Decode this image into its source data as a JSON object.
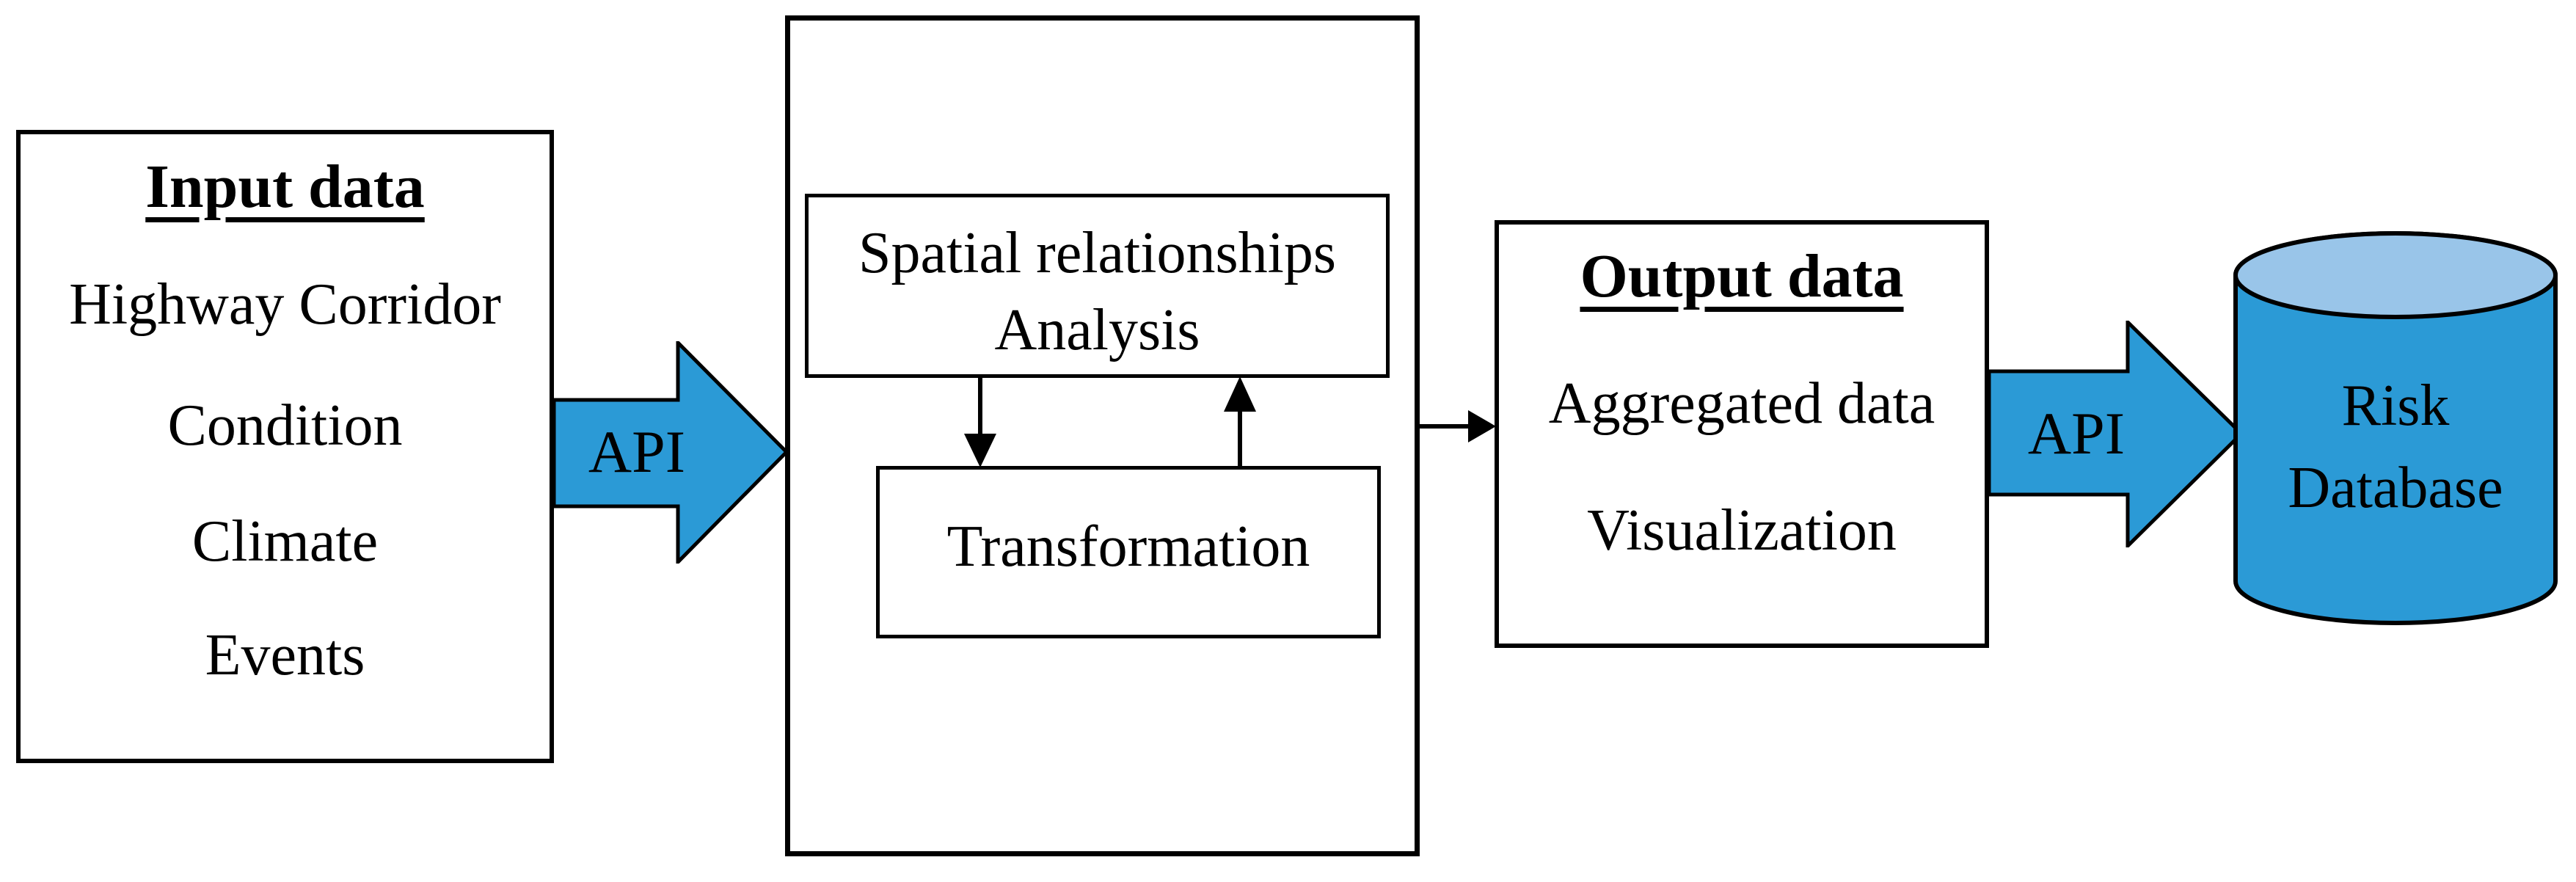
{
  "diagram": {
    "input_box": {
      "title": "Input data",
      "items": [
        "Highway Corridor",
        "Condition",
        "Climate",
        "Events"
      ]
    },
    "api_arrow_1": {
      "label": "API"
    },
    "processing_box": {
      "spatial_box": {
        "line1": "Spatial relationships",
        "line2": "Analysis"
      },
      "transformation_box": {
        "label": "Transformation"
      }
    },
    "output_box": {
      "title": "Output data",
      "items": [
        "Aggregated data",
        "Visualization"
      ]
    },
    "api_arrow_2": {
      "label": "API"
    },
    "database": {
      "line1": "Risk",
      "line2": "Database"
    }
  },
  "colors": {
    "arrow_blue": "#2B9AD6",
    "cylinder_body_blue": "#2B9AD6",
    "cylinder_top_blue": "#99C5E9",
    "outline_black": "#000000"
  }
}
